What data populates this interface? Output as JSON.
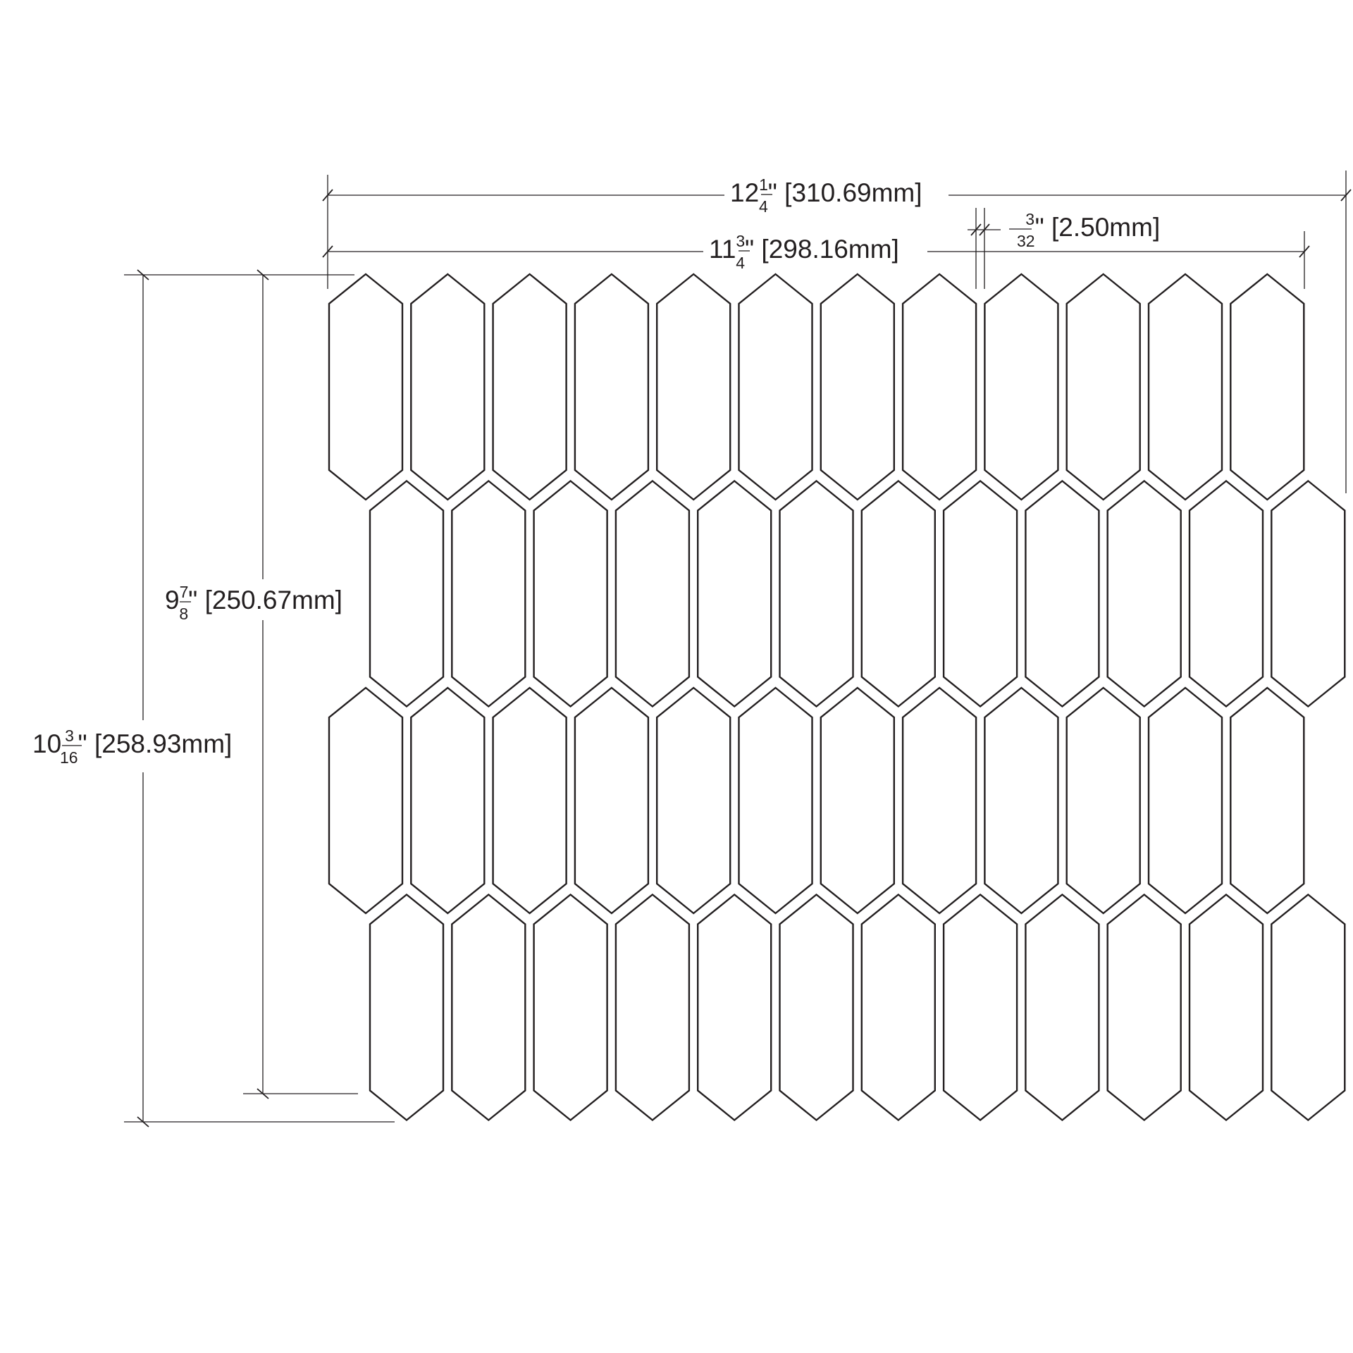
{
  "tile_grid": {
    "rows": 4,
    "columns_per_row": [
      12,
      12,
      12,
      12
    ],
    "shape": "elongated-hexagon (picket)"
  },
  "colors": {
    "line": "#231f20",
    "background": "#ffffff"
  },
  "dimensions": {
    "overall_width": {
      "whole": "12",
      "num": "1",
      "den": "4",
      "rest": "\" [310.69mm]"
    },
    "tile_width": {
      "whole": "11",
      "num": "3",
      "den": "4",
      "rest": "\" [298.16mm]"
    },
    "gap": {
      "whole": "",
      "num": "3",
      "den": "32",
      "rest": "\" [2.50mm]"
    },
    "inner_height": {
      "whole": "9",
      "num": "7",
      "den": "8",
      "rest": "\" [250.67mm]"
    },
    "overall_height": {
      "whole": "10",
      "num": "3",
      "den": "16",
      "rest": "\" [258.93mm]"
    }
  }
}
